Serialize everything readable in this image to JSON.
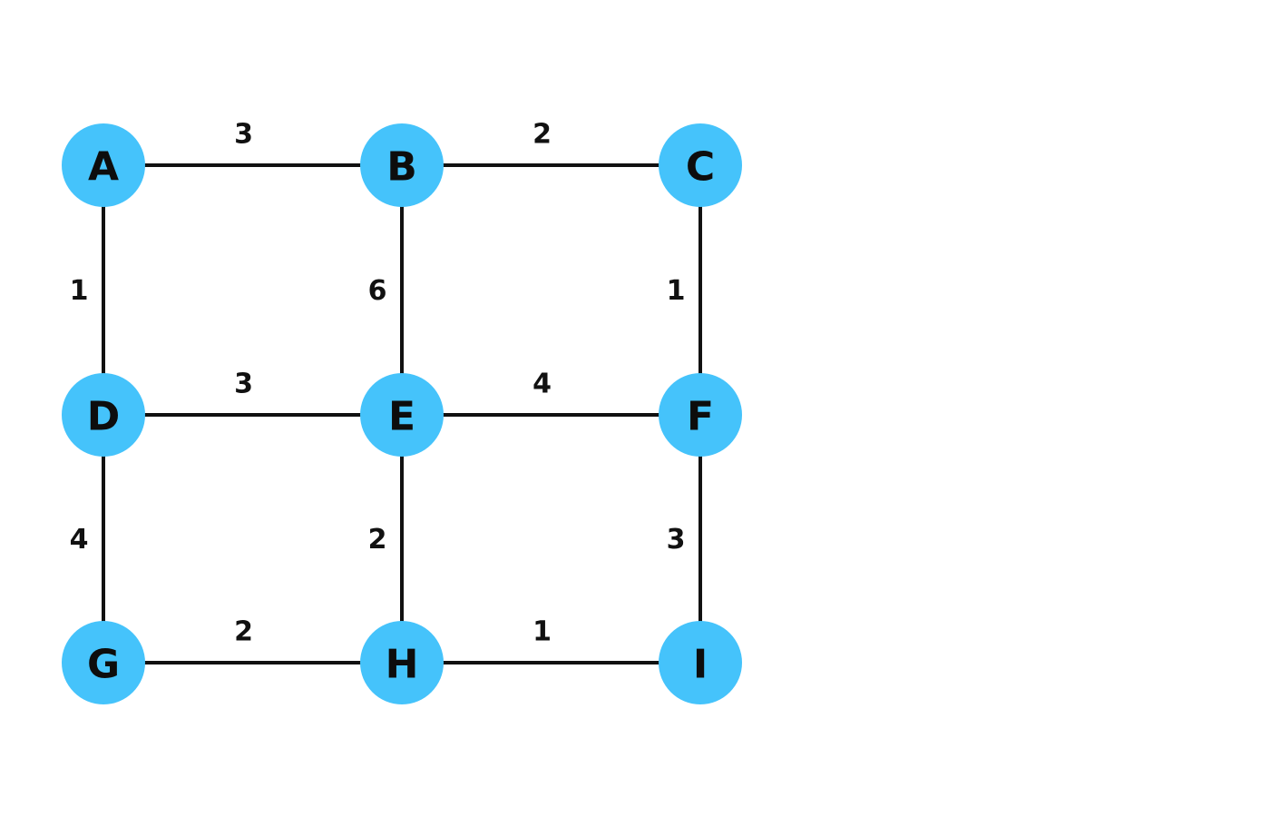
{
  "colors": {
    "node_fill": "#45c3fb",
    "edge": "#111111",
    "text": "#0d0d0d",
    "background": "#ffffff"
  },
  "nodes": [
    {
      "id": "A",
      "label": "A"
    },
    {
      "id": "B",
      "label": "B"
    },
    {
      "id": "C",
      "label": "C"
    },
    {
      "id": "D",
      "label": "D"
    },
    {
      "id": "E",
      "label": "E"
    },
    {
      "id": "F",
      "label": "F"
    },
    {
      "id": "G",
      "label": "G"
    },
    {
      "id": "H",
      "label": "H"
    },
    {
      "id": "I",
      "label": "I"
    }
  ],
  "edges": [
    {
      "from": "A",
      "to": "B",
      "weight": "3"
    },
    {
      "from": "B",
      "to": "C",
      "weight": "2"
    },
    {
      "from": "A",
      "to": "D",
      "weight": "1"
    },
    {
      "from": "B",
      "to": "E",
      "weight": "6"
    },
    {
      "from": "C",
      "to": "F",
      "weight": "1"
    },
    {
      "from": "D",
      "to": "E",
      "weight": "3"
    },
    {
      "from": "E",
      "to": "F",
      "weight": "4"
    },
    {
      "from": "D",
      "to": "G",
      "weight": "4"
    },
    {
      "from": "E",
      "to": "H",
      "weight": "2"
    },
    {
      "from": "F",
      "to": "I",
      "weight": "3"
    },
    {
      "from": "G",
      "to": "H",
      "weight": "2"
    },
    {
      "from": "H",
      "to": "I",
      "weight": "1"
    }
  ]
}
